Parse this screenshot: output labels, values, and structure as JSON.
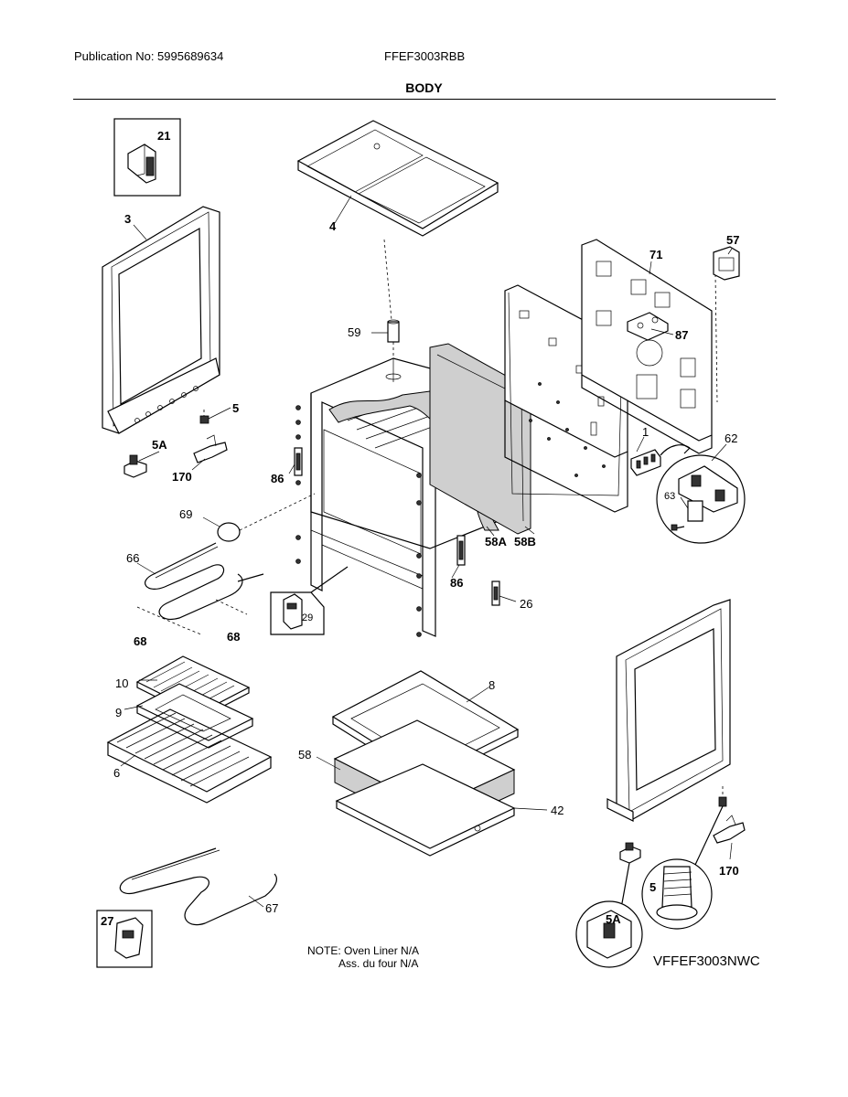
{
  "header": {
    "publication": "Publication No: 5995689634",
    "model": "FFEF3003RBB",
    "section_title": "BODY"
  },
  "labels": {
    "p21": "21",
    "p3": "3",
    "p4": "4",
    "p57": "57",
    "p71": "71",
    "p87": "87",
    "p59": "59",
    "p5a": "5",
    "p5A_a": "5A",
    "p170a": "170",
    "p86a": "86",
    "p1": "1",
    "p62": "62",
    "p63": "63",
    "p69": "69",
    "p58A": "58A",
    "p58B": "58B",
    "p66": "66",
    "p86b": "86",
    "p26": "26",
    "p29": "29",
    "p68a": "68",
    "p68b": "68",
    "p10": "10",
    "p8": "8",
    "p9": "9",
    "p58": "58",
    "p6": "6",
    "p42": "42",
    "p27": "27",
    "p67": "67",
    "p170b": "170",
    "p5b": "5",
    "p5A_b": "5A"
  },
  "note": {
    "line1": "NOTE: Oven Liner N/A",
    "line2": "Ass. du four N/A"
  },
  "diagram_code": "VFFEF3003NWC"
}
